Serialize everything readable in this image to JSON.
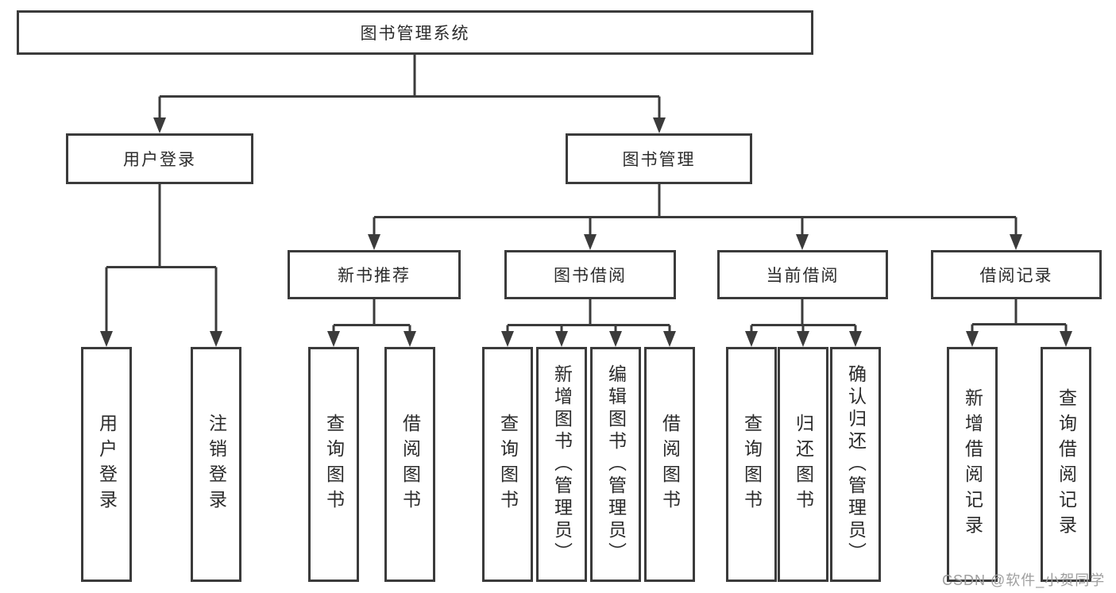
{
  "tree": {
    "root_label": "图书管理系统",
    "level1": [
      {
        "label": "用户登录"
      },
      {
        "label": "图书管理"
      }
    ],
    "level2": [
      {
        "label": "新书推荐"
      },
      {
        "label": "图书借阅"
      },
      {
        "label": "当前借阅"
      },
      {
        "label": "借阅记录"
      }
    ],
    "leaves": [
      {
        "label": "用户登录"
      },
      {
        "label": "注销登录"
      },
      {
        "label": "查询图书"
      },
      {
        "label": "借阅图书"
      },
      {
        "label": "查询图书"
      },
      {
        "label": "新增图书（管理员）"
      },
      {
        "label": "编辑图书（管理员）"
      },
      {
        "label": "借阅图书"
      },
      {
        "label": "查询图书"
      },
      {
        "label": "归还图书"
      },
      {
        "label": "确认归还（管理员）"
      },
      {
        "label": "新增借阅记录"
      },
      {
        "label": "查询借阅记录"
      }
    ]
  },
  "watermark": {
    "text": "CSDN @软件_小贺同学"
  },
  "colors": {
    "line": "#3b3b3b",
    "text": "#2b2b2b",
    "watermark": "#9e9e9e",
    "background": "#ffffff"
  }
}
